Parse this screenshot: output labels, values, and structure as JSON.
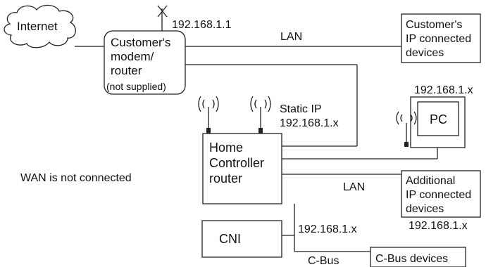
{
  "labels": {
    "internet": "Internet",
    "modem_line1": "Customer's",
    "modem_line2": "modem/",
    "modem_line3": "router",
    "modem_line4": "(not supplied)",
    "modem_ip": "192.168.1.1",
    "lan_top": "LAN",
    "customer_devices_line1": "Customer's",
    "customer_devices_line2": "IP connected",
    "customer_devices_line3": "devices",
    "pc": "PC",
    "pc_ip": "192.168.1.x",
    "static_ip_line1": "Static IP",
    "static_ip_line2": "192.168.1.x",
    "hc_line1": "Home",
    "hc_line2": "Controller",
    "hc_line3": "router",
    "wan_note": "WAN is not connected",
    "lan_bottom": "LAN",
    "additional_line1": "Additional",
    "additional_line2": "IP connected",
    "additional_line3": "devices",
    "additional_ip": "192.168.1.x",
    "cni": "CNI",
    "cni_ip": "192.168.1.x",
    "cbus": "C-Bus",
    "cbus_devices": "C-Bus devices"
  }
}
